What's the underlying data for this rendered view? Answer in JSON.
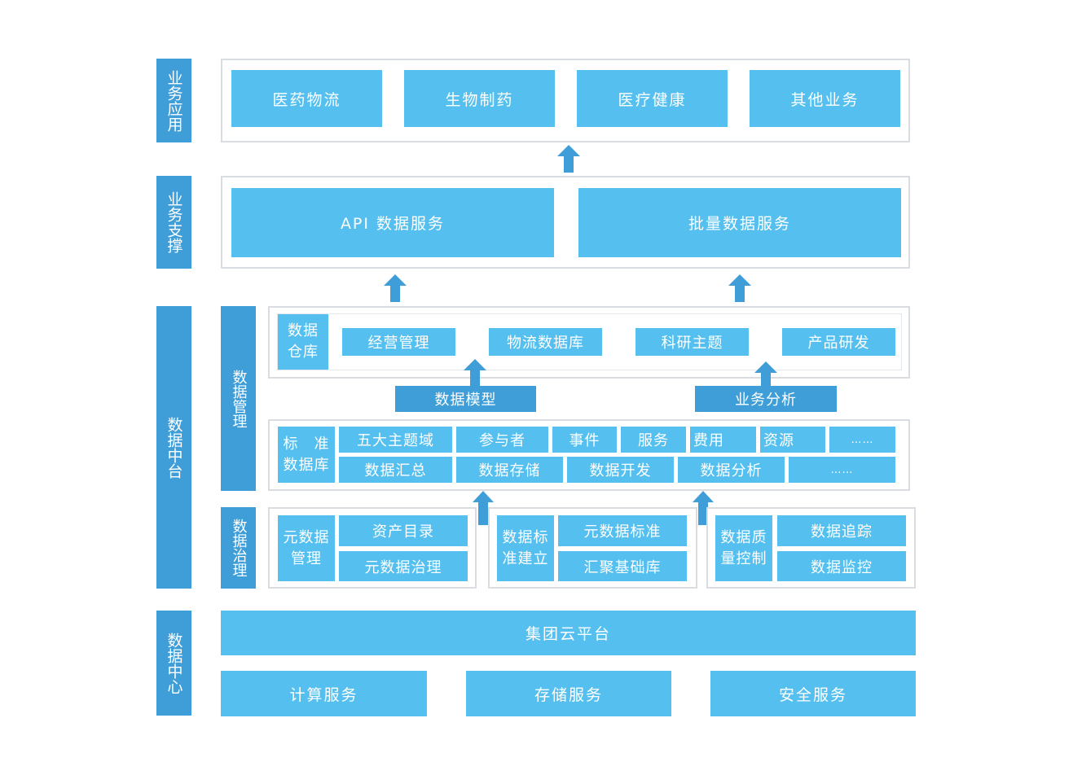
{
  "sidebar": {
    "business_app": "业务应用",
    "business_support": "业务支撑",
    "data_platform": "数据中台",
    "data_center": "数据中心",
    "data_management": "数据管理",
    "data_governance": "数据治理"
  },
  "business_app": {
    "items": [
      "医药物流",
      "生物制药",
      "医疗健康",
      "其他业务"
    ]
  },
  "business_support": {
    "items": [
      "API 数据服务",
      "批量数据服务"
    ]
  },
  "warehouse": {
    "label": "数据\n仓库",
    "items": [
      "经营管理",
      "物流数据库",
      "科研主题",
      "产品研发"
    ]
  },
  "middle": {
    "model": "数据模型",
    "analysis": "业务分析"
  },
  "standard_db": {
    "label": "标　准\n数据库",
    "row1": [
      "五大主题域",
      "参与者",
      "事件",
      "服务",
      "费用",
      "资源",
      "……"
    ],
    "row2": [
      "数据汇总",
      "数据存储",
      "数据开发",
      "数据分析",
      "……"
    ]
  },
  "governance": {
    "groups": [
      {
        "label": "元数据\n管理",
        "items": [
          "资产目录",
          "元数据治理"
        ]
      },
      {
        "label": "数据标\n准建立",
        "items": [
          "元数据标准",
          "汇聚基础库"
        ]
      },
      {
        "label": "数据质\n量控制",
        "items": [
          "数据追踪",
          "数据监控"
        ]
      }
    ]
  },
  "data_center": {
    "platform": "集团云平台",
    "services": [
      "计算服务",
      "存储服务",
      "安全服务"
    ]
  },
  "colors": {
    "box": "#55c0ef",
    "side": "#3f9ed8",
    "frame": "#d9dde2",
    "arrow": "#3f9ed8"
  }
}
